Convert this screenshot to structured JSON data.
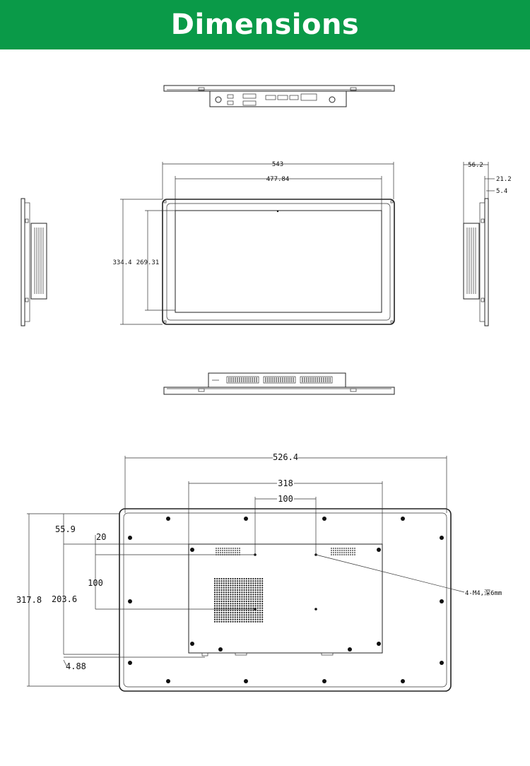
{
  "header": {
    "title": "Dimensions",
    "bg_color": "#0a9a48",
    "text_color": "#ffffff"
  },
  "front_view": {
    "overall_width": "543",
    "display_width": "477.84",
    "overall_height": "334.4",
    "display_height": "269.31"
  },
  "side_view": {
    "depth": "56.2",
    "body_depth": "21.2",
    "bezel_depth": "5.4"
  },
  "rear_view": {
    "overall_width": "526.4",
    "bracket_width": "318",
    "vesa_horizontal": "100",
    "offset_top": "55.9",
    "offset_small": "20",
    "vesa_vertical": "100",
    "overall_height": "317.8",
    "bracket_height": "203.6",
    "offset_bottom": "4.88",
    "screw_note": "4-M4,深6mm"
  }
}
